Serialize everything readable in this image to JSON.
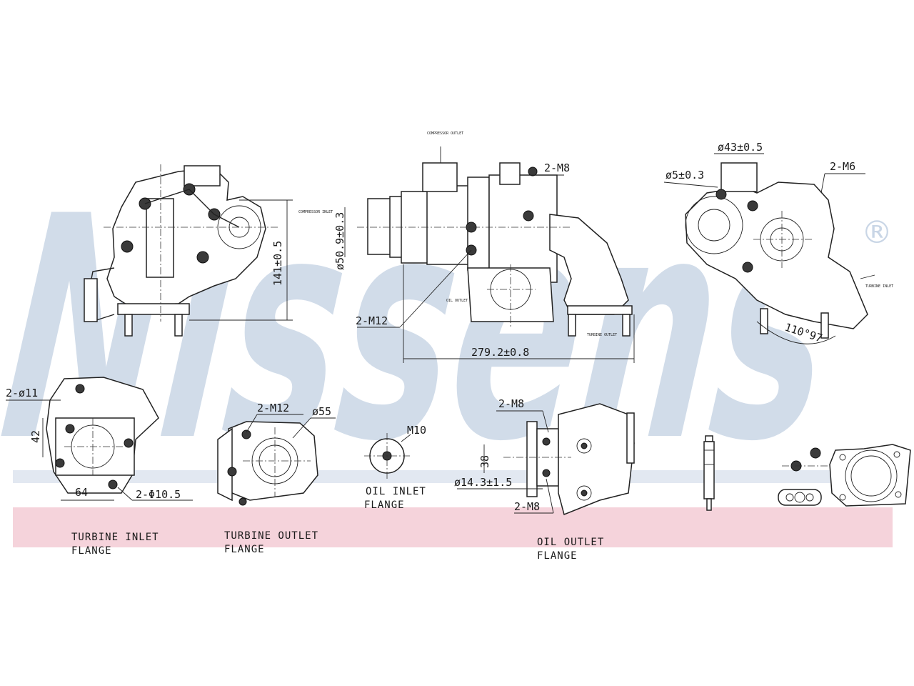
{
  "brand": {
    "watermark_text": "Nissens",
    "registered_mark": "®",
    "watermark_color": "#c9d6e6",
    "band_color": "#f2c8d2"
  },
  "views": {
    "left": {
      "dimension_height": "141±0.5"
    },
    "center": {
      "note_compressor_outlet": "COMPRESSOR OUTLET",
      "note_compressor_inlet": "COMPRESSOR INLET",
      "note_oil_outlet": "OIL OUTLET",
      "note_turbine_outlet": "TURBINE OUTLET",
      "thread_top": "2-M8",
      "dia_inlet": "ø50.9±0.3",
      "thread_mid": "2-M12",
      "length": "279.2±0.8"
    },
    "right": {
      "dia_outlet": "ø43±0.5",
      "dia_small": "ø5±0.3",
      "thread": "2-M6",
      "note_turbine_inlet": "TURBINE INLET",
      "angle": "110°97"
    }
  },
  "flanges": {
    "turbine_inlet": {
      "hole_dia": "2-ø11",
      "dim_vertical": "42",
      "dim_horizontal": "64",
      "bolt_dia": "2-Φ10.5",
      "caption_line1": "TURBINE INLET",
      "caption_line2": "FLANGE"
    },
    "turbine_outlet": {
      "thread": "2-M12",
      "dia": "ø55",
      "caption_line1": "TURBINE OUTLET",
      "caption_line2": "FLANGE"
    },
    "oil_inlet": {
      "thread": "M10",
      "caption_line1": "OIL INLET",
      "caption_line2": "FLANGE"
    },
    "oil_outlet": {
      "thread_top": "2-M8",
      "dim": "38",
      "dia": "ø14.3±1.5",
      "thread_bottom": "2-M8",
      "caption_line1": "OIL OUTLET",
      "caption_line2": "FLANGE"
    }
  }
}
